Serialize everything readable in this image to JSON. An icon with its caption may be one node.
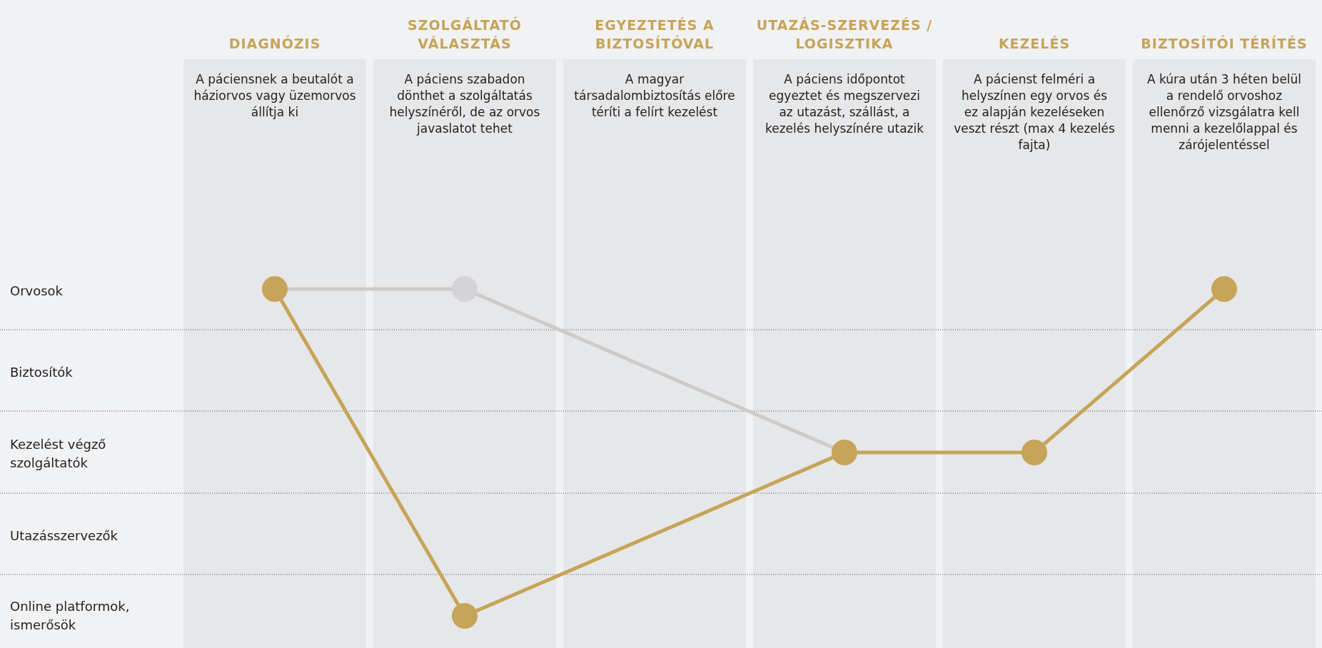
{
  "diagram": {
    "nodes": [
      {
        "text": [
          "DIAGNÓZIS",
          "A páciensnek a beutalót a háziorvos vagy üzemorvos állítja ki"
        ]
      },
      {
        "text": [
          "SZOLGÁLTATÓ VÁLASZTÁS",
          "A páciens szabadon dönthet a szolgáltatás helyszínéről, de az orvos javaslatot tehet"
        ]
      },
      {
        "text": [
          "EGYEZTETÉS A BIZTOSÍTÓVAL",
          "A magyar társadalombiztosítás előre téríti a felírt kezelést"
        ]
      },
      {
        "text": [
          "UTAZÁS-SZERVEZÉS / LOGISZTIKA",
          "A páciens időpontot egyeztet és megszervezi az utazást, szállást, a kezelés helyszínére utazik"
        ]
      },
      {
        "text": [
          "KEZELÉS",
          "A pácienst felméri a helyszínen egy orvos és ez alapján kezeléseken veszt részt (max 4 kezelés fajta)"
        ]
      },
      {
        "text": [
          "BIZTOSÍTÓI TÉRÍTÉS",
          "A kúra után 3 héten belül a rendelő orvoshoz ellenőrző vizsgálatra kell menni a kezelőlappal és zárójelentéssel"
        ]
      },
      {
        "text": [],
        "shape": "circle"
      },
      {
        "text": [],
        "shape": "circle"
      },
      {
        "text": [],
        "shape": "circle"
      },
      {
        "text": [],
        "shape": "circle"
      },
      {
        "text": [],
        "shape": "circle"
      },
      {
        "text": [],
        "shape": "circle"
      }
    ],
    "edges": [
      {
        "from": 6,
        "to": 7,
        "arrow": "none",
        "color": "#cccccc"
      },
      {
        "from": 7,
        "to": 9,
        "arrow": "none",
        "color": "#cccccc"
      },
      {
        "from": 6,
        "to": 8,
        "arrow": "none"
      },
      {
        "from": 8,
        "to": 9,
        "arrow": "none"
      },
      {
        "from": 9,
        "to": 10,
        "arrow": "none"
      },
      {
        "from": 10,
        "to": 11,
        "arrow": "none"
      }
    ],
    "labels": [
      "Orvosok",
      "Biztosítók",
      "Kezelést végző szolgáltatók",
      "Utazásszervezők",
      "Online platformok, ismerősök"
    ]
  }
}
